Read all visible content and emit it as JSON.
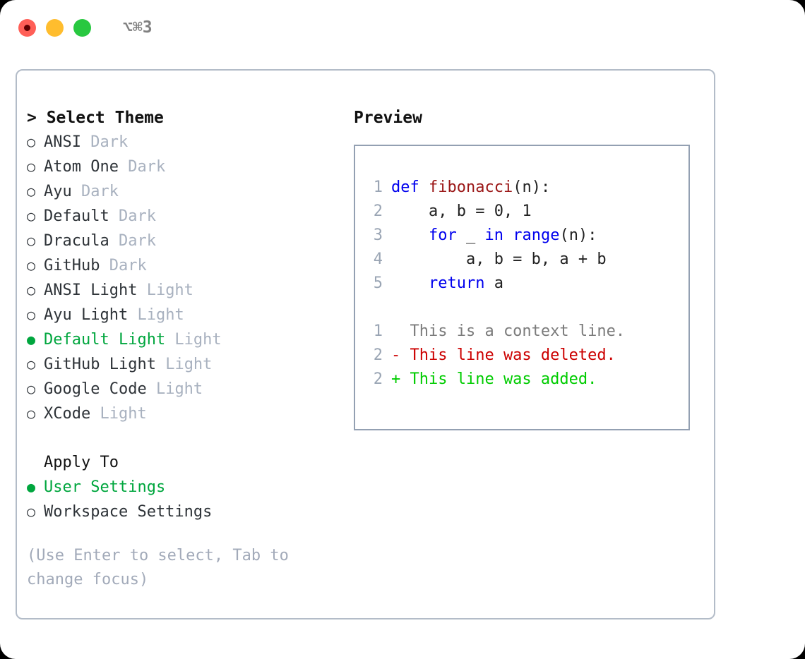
{
  "window": {
    "title": "⌥⌘3",
    "traffic_lights": [
      {
        "name": "close",
        "color": "#ff5f57"
      },
      {
        "name": "minimize",
        "color": "#ffbd2e"
      },
      {
        "name": "maximize",
        "color": "#28c840"
      }
    ]
  },
  "theme_picker": {
    "heading": "> Select Theme",
    "marker_unselected": "○",
    "marker_selected": "●",
    "items": [
      {
        "marker": "○",
        "name": "ANSI",
        "mode": " Dark",
        "selected": false
      },
      {
        "marker": "○",
        "name": "Atom One",
        "mode": " Dark",
        "selected": false
      },
      {
        "marker": "○",
        "name": "Ayu",
        "mode": " Dark",
        "selected": false
      },
      {
        "marker": "○",
        "name": "Default",
        "mode": " Dark",
        "selected": false
      },
      {
        "marker": "○",
        "name": "Dracula",
        "mode": " Dark",
        "selected": false
      },
      {
        "marker": "○",
        "name": "GitHub",
        "mode": " Dark",
        "selected": false
      },
      {
        "marker": "○",
        "name": "ANSI Light",
        "mode": " Light",
        "selected": false
      },
      {
        "marker": "○",
        "name": "Ayu Light",
        "mode": " Light",
        "selected": false
      },
      {
        "marker": "●",
        "name": "Default Light",
        "mode": " Light",
        "selected": true
      },
      {
        "marker": "○",
        "name": "GitHub Light",
        "mode": " Light",
        "selected": false
      },
      {
        "marker": "○",
        "name": "Google Code",
        "mode": " Light",
        "selected": false
      },
      {
        "marker": "○",
        "name": "XCode",
        "mode": " Light",
        "selected": false
      }
    ]
  },
  "apply_to": {
    "heading": "Apply To",
    "options": [
      {
        "marker": "●",
        "label": "User Settings",
        "selected": true
      },
      {
        "marker": "○",
        "label": "Workspace Settings",
        "selected": false
      }
    ]
  },
  "hint": "(Use Enter to select, Tab to change focus)",
  "preview": {
    "title": "Preview",
    "code_lines": [
      {
        "no": "1",
        "segments": [
          {
            "text": "def ",
            "style": "kw"
          },
          {
            "text": "fibonacci",
            "style": "fn"
          },
          {
            "text": "(n):",
            "style": "plain"
          }
        ]
      },
      {
        "no": "2",
        "segments": [
          {
            "text": "    a, b = 0, 1",
            "style": "plain"
          }
        ]
      },
      {
        "no": "3",
        "segments": [
          {
            "text": "    ",
            "style": "plain"
          },
          {
            "text": "for ",
            "style": "kw"
          },
          {
            "text": "_ ",
            "style": "plain"
          },
          {
            "text": "in ",
            "style": "kw"
          },
          {
            "text": "range",
            "style": "kw"
          },
          {
            "text": "(n):",
            "style": "plain"
          }
        ]
      },
      {
        "no": "4",
        "segments": [
          {
            "text": "        a, b = b, a + b",
            "style": "plain"
          }
        ]
      },
      {
        "no": "5",
        "segments": [
          {
            "text": "    ",
            "style": "plain"
          },
          {
            "text": "return ",
            "style": "kw"
          },
          {
            "text": "a",
            "style": "plain"
          }
        ]
      }
    ],
    "diff_lines": [
      {
        "no": "1",
        "text": "  This is a context line.",
        "style": "ctx"
      },
      {
        "no": "2",
        "text": "- This line was deleted.",
        "style": "del"
      },
      {
        "no": "2",
        "text": "+ This line was added.",
        "style": "add"
      }
    ]
  },
  "colors": {
    "selected_green": "#00a63e",
    "diff_added": "#00cc00",
    "diff_deleted": "#cc0000",
    "keyword_blue": "#0000ee",
    "function_red": "#9b1717",
    "muted_gray": "#a8b1bf",
    "border": "#b3bcc8"
  }
}
